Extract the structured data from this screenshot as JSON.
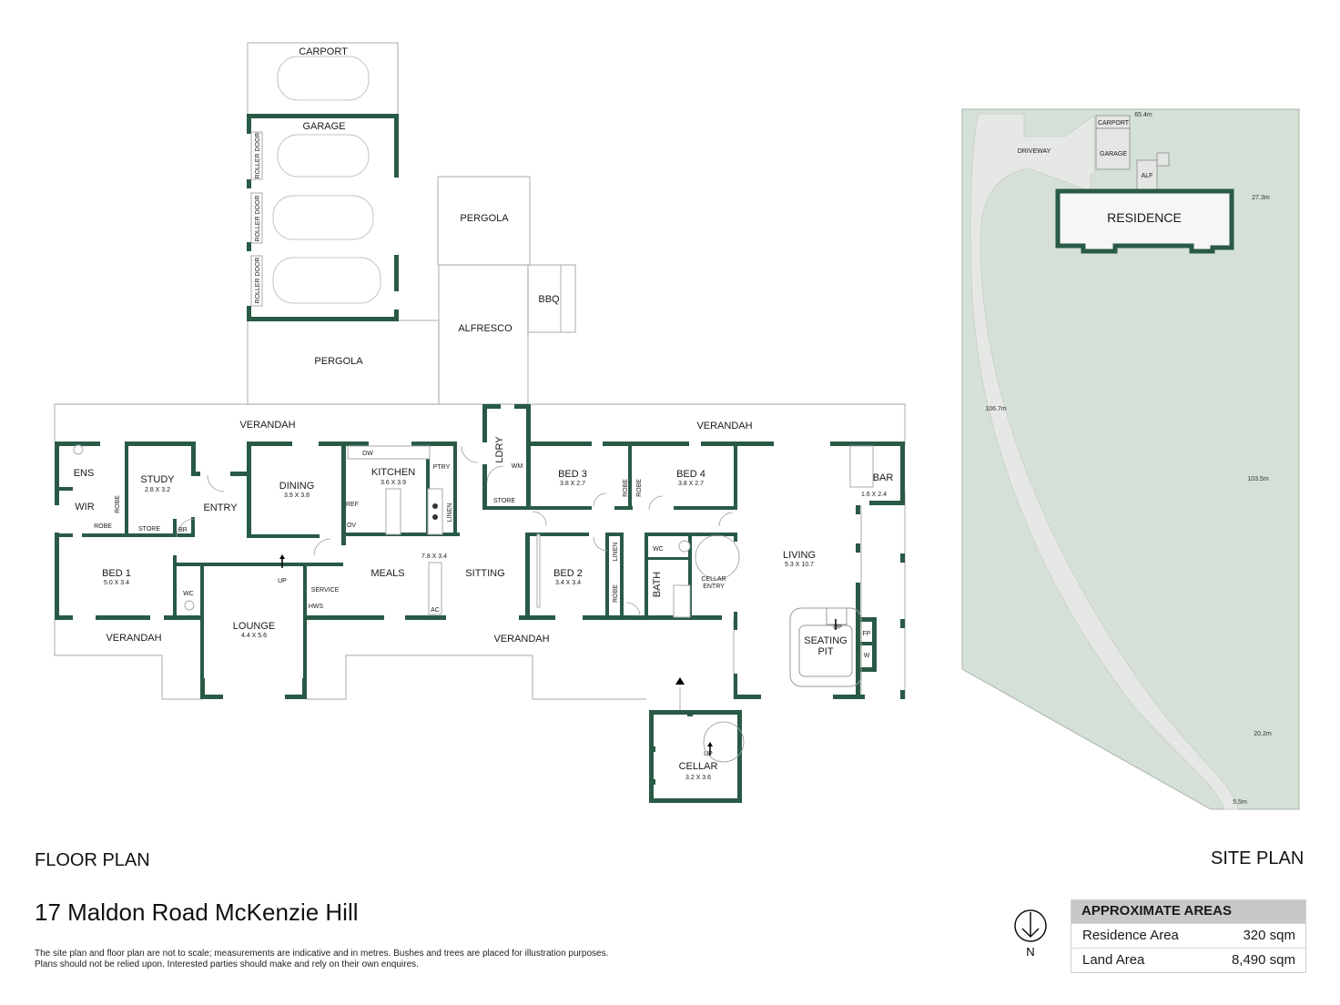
{
  "floor_plan": {
    "title": "FLOOR PLAN",
    "rooms": {
      "carport": {
        "name": "CARPORT"
      },
      "garage": {
        "name": "GARAGE"
      },
      "roller_door_1": {
        "name": "ROLLER DOOR"
      },
      "roller_door_2": {
        "name": "ROLLER DOOR"
      },
      "roller_door_3": {
        "name": "ROLLER DOOR"
      },
      "pergola_top": {
        "name": "PERGOLA"
      },
      "pergola_left": {
        "name": "PERGOLA"
      },
      "alfresco": {
        "name": "ALFRESCO"
      },
      "bbq": {
        "name": "BBQ"
      },
      "verandah_north_left": {
        "name": "VERANDAH"
      },
      "verandah_north_right": {
        "name": "VERANDAH"
      },
      "verandah_south_left": {
        "name": "VERANDAH"
      },
      "verandah_south_mid": {
        "name": "VERANDAH"
      },
      "ens": {
        "name": "ENS"
      },
      "study": {
        "name": "STUDY",
        "size": "2.8 X 3.2"
      },
      "wir": {
        "name": "WIR"
      },
      "robe_wir_v": {
        "name": "ROBE"
      },
      "robe_wir_h": {
        "name": "ROBE"
      },
      "store_study": {
        "name": "STORE"
      },
      "br": {
        "name": "BR"
      },
      "entry": {
        "name": "ENTRY"
      },
      "dining": {
        "name": "DINING",
        "size": "3.9 X 3.8"
      },
      "kitchen": {
        "name": "KITCHEN",
        "size": "3.6 X 3.9"
      },
      "dw": {
        "name": "DW"
      },
      "ptry": {
        "name": "PTRY"
      },
      "ref": {
        "name": "REF"
      },
      "ov": {
        "name": "OV"
      },
      "linen_kitchen": {
        "name": "LINEN"
      },
      "ldry": {
        "name": "LDRY"
      },
      "wm": {
        "name": "WM"
      },
      "store_ldry": {
        "name": "STORE"
      },
      "bed1": {
        "name": "BED 1",
        "size": "5.0 X 3.4"
      },
      "wc_bed1": {
        "name": "WC"
      },
      "lounge": {
        "name": "LOUNGE",
        "size": "4.4 X 5.6"
      },
      "lounge_up": {
        "name": "UP"
      },
      "service": {
        "name": "SERVICE"
      },
      "hws": {
        "name": "HWS"
      },
      "meals": {
        "name": "MEALS"
      },
      "meals_sitting_size": {
        "size": "7.8 X 3.4"
      },
      "sitting": {
        "name": "SITTING"
      },
      "ac": {
        "name": "AC"
      },
      "bed3": {
        "name": "BED 3",
        "size": "3.8 X 2.7"
      },
      "robe_bed3": {
        "name": "ROBE"
      },
      "robe_bed4": {
        "name": "ROBE"
      },
      "bed4": {
        "name": "BED 4",
        "size": "3.8 X 2.7"
      },
      "bar": {
        "name": "BAR",
        "size": "1.6 X 2.4"
      },
      "bed2": {
        "name": "BED 2",
        "size": "3.4 X 3.4"
      },
      "linen_bed2": {
        "name": "LINEN"
      },
      "robe_bed2": {
        "name": "ROBE"
      },
      "wc_bath": {
        "name": "WC"
      },
      "bath": {
        "name": "BATH"
      },
      "cellar_entry": {
        "name": "CELLAR",
        "name2": "ENTRY"
      },
      "living": {
        "name": "LIVING",
        "size": "5.3 X 10.7"
      },
      "seating_pit": {
        "name": "SEATING",
        "name2": "PIT"
      },
      "seating_up": {
        "name": "UP"
      },
      "fp": {
        "name": "FP"
      },
      "w": {
        "name": "W"
      },
      "cellar": {
        "name": "CELLAR",
        "size": "3.2 X 3.6"
      },
      "cellar_up": {
        "name": "UP"
      }
    }
  },
  "site_plan": {
    "title": "SITE PLAN",
    "labels": {
      "carport": "CARPORT",
      "garage": "GARAGE",
      "alf": "ALF",
      "driveway": "DRIVEWAY",
      "residence": "RESIDENCE"
    },
    "dimensions": {
      "top": "65.4m",
      "right_upper": "27.3m",
      "left": "106.7m",
      "right_mid": "103.5m",
      "right_lower": "20.2m",
      "bottom": "5.5m"
    },
    "colors": {
      "land": "#d5e0d6",
      "driveway": "#e6e8e6",
      "wall": "#285a45"
    }
  },
  "property": {
    "address": "17 Maldon Road McKenzie Hill",
    "disclaimer_line1": "The site plan and floor plan are not to scale; measurements are indicative and in metres. Bushes and trees are placed for illustration purposes.",
    "disclaimer_line2": "Plans should not be relied upon. Interested parties should make and rely on their own enquires."
  },
  "north_arrow": {
    "icon": "north-arrow-icon",
    "label": "N"
  },
  "areas": {
    "header": "APPROXIMATE AREAS",
    "rows": [
      {
        "label": "Residence Area",
        "value": "320 sqm"
      },
      {
        "label": "Land Area",
        "value": "8,490 sqm"
      }
    ]
  }
}
